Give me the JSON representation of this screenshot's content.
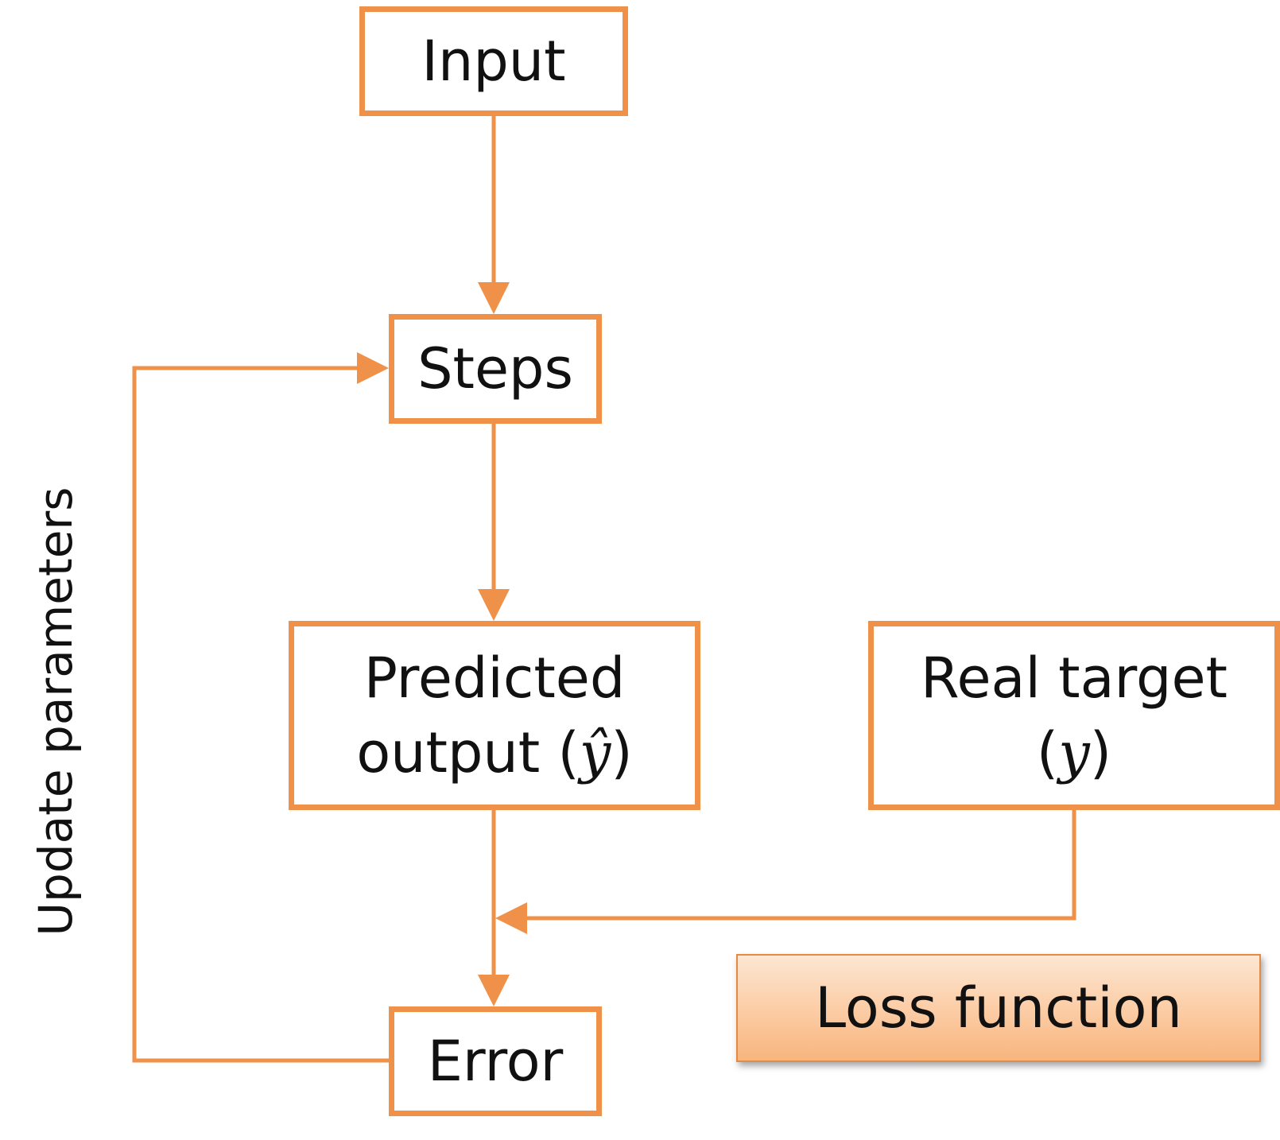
{
  "nodes": {
    "input": "Input",
    "steps": "Steps",
    "predicted_line1": "Predicted",
    "predicted_line2_text": "output (",
    "predicted_symbol": "ŷ",
    "predicted_close": ")",
    "real_line1": "Real target",
    "real_open": "(",
    "real_symbol": "y",
    "real_close": ")",
    "error": "Error"
  },
  "labels": {
    "loss_function": "Loss function",
    "update_parameters": "Update parameters"
  },
  "colors": {
    "accent": "#f0914a",
    "loss_fill_top": "#fde6d3",
    "loss_fill_bottom": "#f8b57e"
  }
}
